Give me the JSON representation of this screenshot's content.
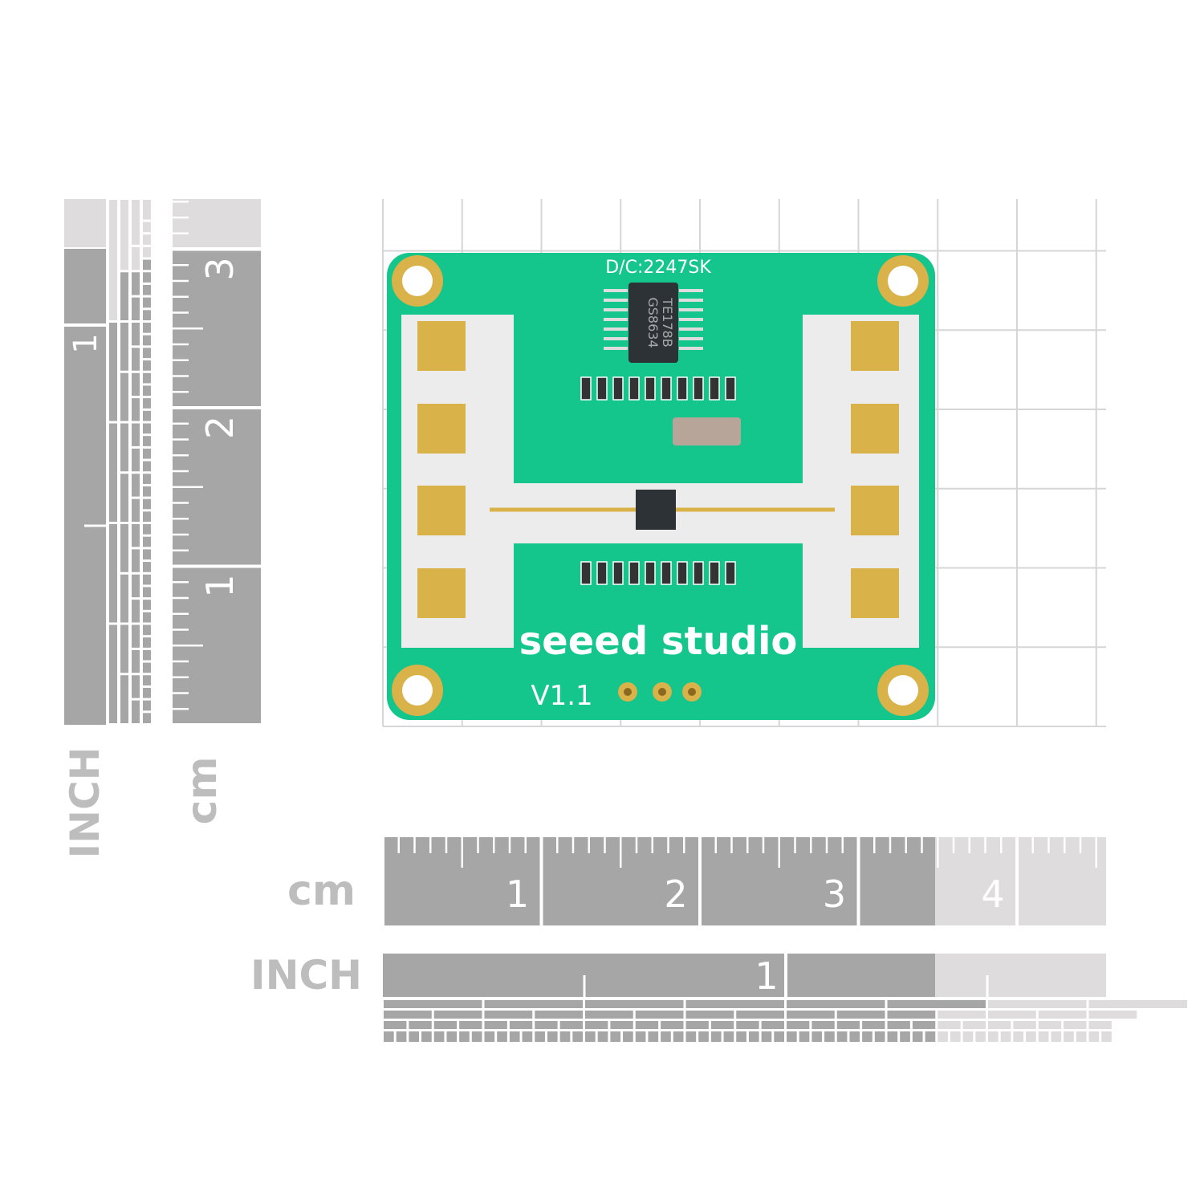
{
  "board": {
    "date_code": "D/C:2247SK",
    "chip_top_line1": "GS8634",
    "chip_top_line2": "TE178B",
    "brand": "seeed studio",
    "version": "V1.1",
    "color": "#14c58c",
    "pad_color": "#d9b24a"
  },
  "rulers": {
    "cm_label": "cm",
    "inch_label": "INCH",
    "cm_ticks": [
      "1",
      "2",
      "3",
      "4"
    ],
    "vertical_cm_ticks": [
      "3",
      "2",
      "1"
    ],
    "horizontal_inch_ticks": [
      "1"
    ],
    "vertical_inch_ticks": [
      "1"
    ],
    "dark_color": "#a6a6a6",
    "light_color": "#dedcdc"
  }
}
